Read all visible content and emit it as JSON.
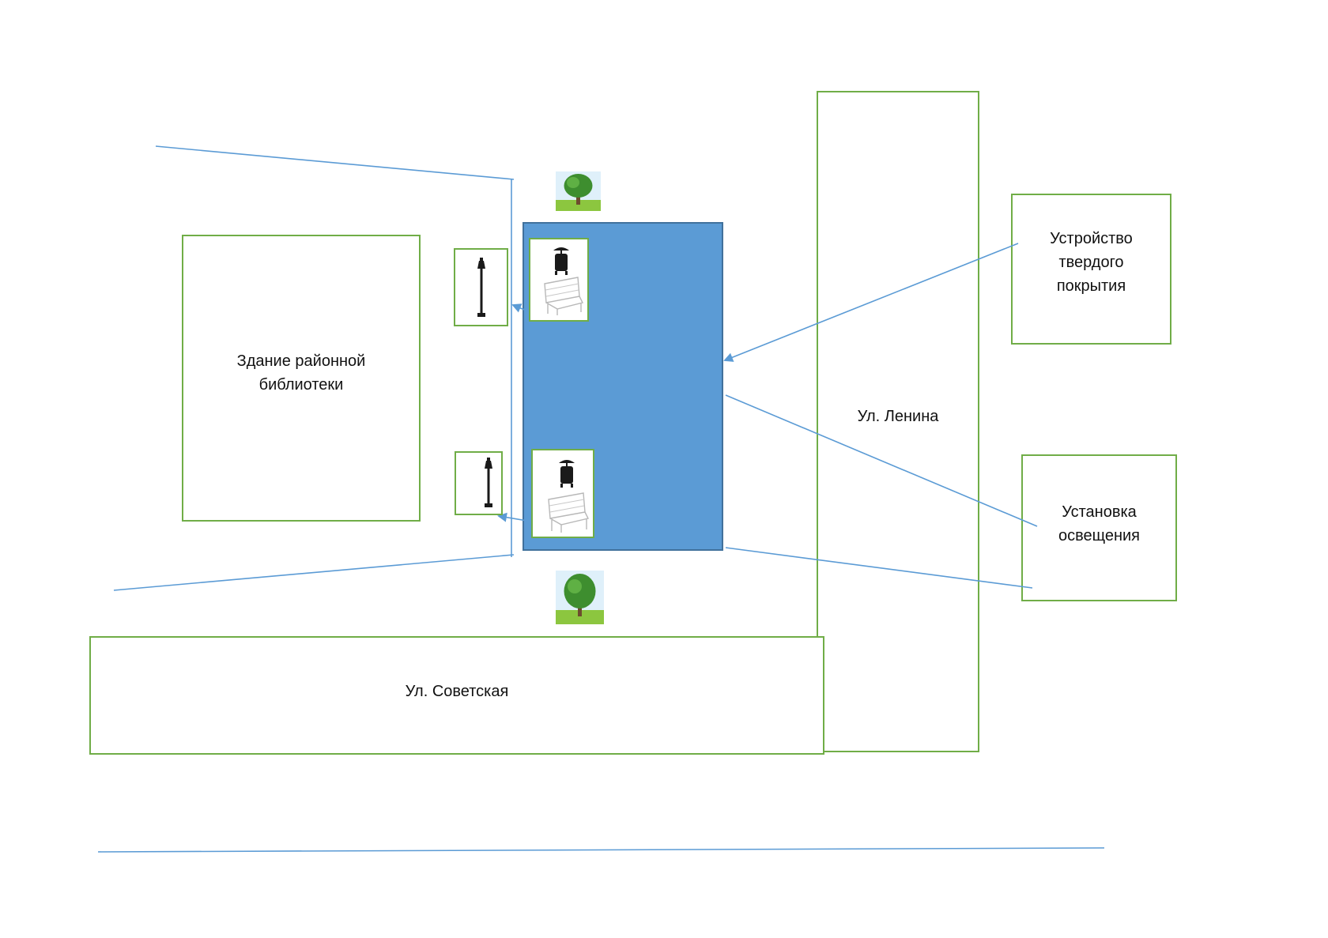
{
  "labels": {
    "library": "Здание районной\nбиблиотеки",
    "lenina": "Ул. Ленина",
    "sovetskaya": "Ул. Советская",
    "paving": "Устройство\nтвердого\nпокрытия",
    "lighting": "Установка\nосвещения"
  },
  "icons": {
    "tree": "tree-icon",
    "lamp": "street-lamp-icon",
    "bin": "trash-bin-icon",
    "bench": "bench-icon"
  },
  "colors": {
    "outline": "#70ad47",
    "paved_area": "#5b9bd5",
    "paved_border": "#41719c",
    "line": "#5b9bd5"
  }
}
